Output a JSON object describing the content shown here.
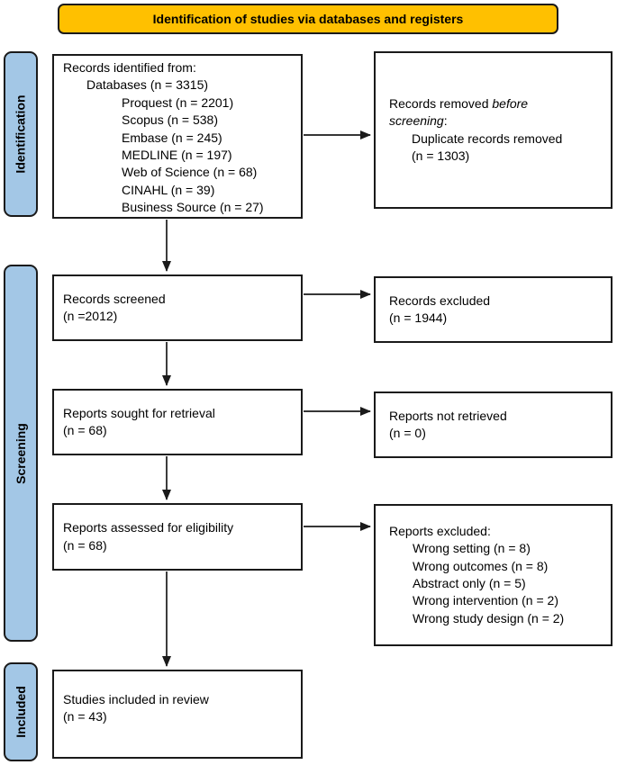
{
  "banner": {
    "title": "Identification of studies via databases and registers"
  },
  "stages": {
    "identification": "Identification",
    "screening": "Screening",
    "included": "Included"
  },
  "colors": {
    "banner_bg": "#FFC000",
    "stage_bg": "#A3C7E6",
    "border": "#1a1a1a",
    "box_bg": "#ffffff"
  },
  "boxes": {
    "identified": {
      "lines": [
        "Records identified from:",
        "Databases (n = 3315)",
        "Proquest (n = 2201)",
        "Scopus (n = 538)",
        "Embase (n = 245)",
        "MEDLINE (n = 197)",
        "Web of Science (n = 68)",
        "CINAHL (n = 39)",
        "Business Source (n = 27)"
      ]
    },
    "removed": {
      "line1_normal": "Records removed ",
      "line1_italic": "before",
      "line2_italic": "screening",
      "line2_normal": ":",
      "detail_line1": "Duplicate records removed",
      "detail_line2": "(n = 1303)"
    },
    "screened": {
      "line1": "Records screened",
      "line2": "(n =2012)"
    },
    "excluded_records": {
      "line1": "Records excluded",
      "line2": "(n = 1944)"
    },
    "sought": {
      "line1": "Reports sought for retrieval",
      "line2": "(n = 68)"
    },
    "not_retrieved": {
      "line1": "Reports not retrieved",
      "line2": "(n = 0)"
    },
    "assessed": {
      "line1": "Reports assessed for eligibility",
      "line2": "(n = 68)"
    },
    "excluded_reports": {
      "lines": [
        "Reports excluded:",
        "Wrong setting (n = 8)",
        "Wrong outcomes (n = 8)",
        "Abstract only (n = 5)",
        "Wrong intervention (n = 2)",
        "Wrong study design (n = 2)"
      ]
    },
    "included_studies": {
      "line1": "Studies included in review",
      "line2": "(n = 43)"
    }
  }
}
